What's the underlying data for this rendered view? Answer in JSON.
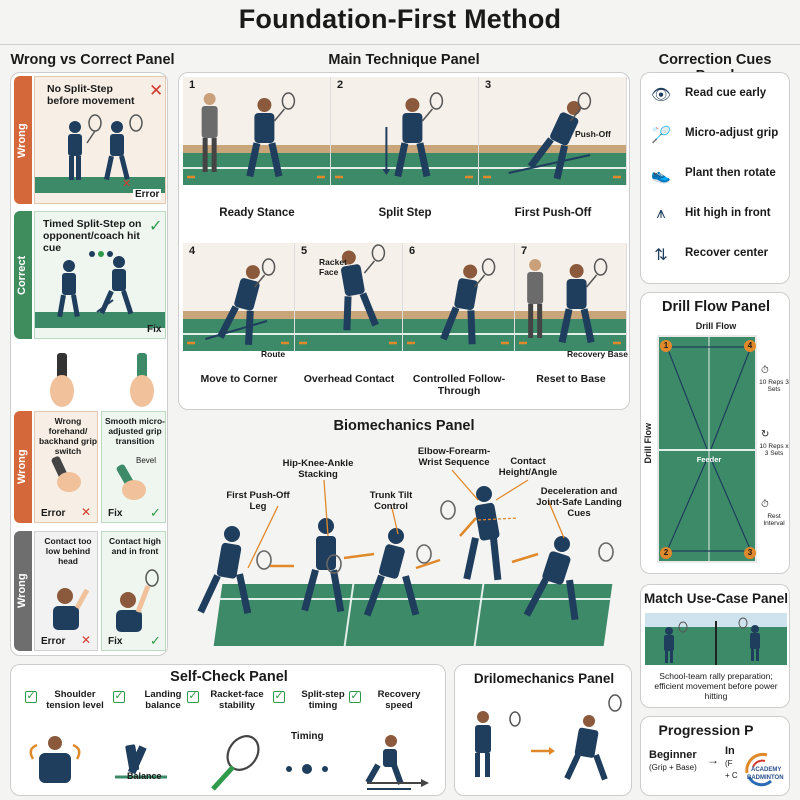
{
  "title": "Foundation-First Method",
  "panels": {
    "wrong_correct": "Wrong vs Correct Panel",
    "main_technique": "Main Technique Panel",
    "correction_cues": "Correction Cues Panel",
    "drill_flow": "Drill Flow Panel",
    "biomechanics": "Biomechanics Panel",
    "match_use_case": "Match Use-Case Panel",
    "self_check": "Self-Check Panel",
    "drilomechanics": "Drilomechanics Panel",
    "progression": "Progression P"
  },
  "wrong_correct": {
    "side_wrong": "Wrong",
    "side_correct": "Correct",
    "wrong1_text": "No Split-Step before movement",
    "wrong1_tag": "Error",
    "correct1_text": "Timed Split-Step on opponent/coach hit cue",
    "correct1_tag": "Fix",
    "grip_wrong_text": "Wrong forehand/ backhand grip switch",
    "grip_wrong_tag": "Error",
    "grip_fix_text": "Smooth micro-adjusted grip transition",
    "grip_fix_sub": "Bevel",
    "grip_fix_tag": "Fix",
    "contact_wrong_text": "Contact too low behind head",
    "contact_wrong_tag": "Error",
    "contact_fix_text": "Contact high and in front",
    "contact_fix_tag": "Fix"
  },
  "main_technique": {
    "steps": [
      {
        "num": "1",
        "label": "Ready Stance"
      },
      {
        "num": "2",
        "label": "Split Step"
      },
      {
        "num": "3",
        "label": "First Push-Off"
      },
      {
        "num": "4",
        "label": "Move to Corner"
      },
      {
        "num": "5",
        "label": "Overhead Contact"
      },
      {
        "num": "6",
        "label": "Controlled Follow-Through"
      },
      {
        "num": "7",
        "label": "Reset to Base"
      }
    ],
    "pushoff_tag": "Push-Off",
    "route_tag": "Route",
    "racket_face_tag": "Racket Face",
    "recovery_tag": "Recovery Base"
  },
  "correction_cues": [
    {
      "icon": "eye-icon",
      "label": "Read cue early"
    },
    {
      "icon": "racket-icon",
      "label": "Micro-adjust grip"
    },
    {
      "icon": "foot-icon",
      "label": "Plant then rotate"
    },
    {
      "icon": "shuttlecock-icon",
      "label": "Hit high in front"
    },
    {
      "icon": "recover-icon",
      "label": "Recover center"
    }
  ],
  "drill_flow": {
    "inner_title": "Drill Flow",
    "side_label": "Drill Flow",
    "feeder": "Feeder",
    "corners": [
      "1",
      "2",
      "3",
      "4"
    ],
    "sets_a": "10 Reps 3 Sets",
    "sets_b": "10 Reps x 3 Sets",
    "rest": "Rest Interval"
  },
  "biomechanics": {
    "labels": [
      "First Push-Off Leg",
      "Hip-Knee-Ankle Stacking",
      "Trunk Tilt Control",
      "Elbow-Forearm-Wrist Sequence",
      "Contact Height/Angle",
      "Deceleration and Joint-Safe Landing Cues"
    ]
  },
  "match_use_case": {
    "caption": "School-team rally preparation; efficient movement before power hitting"
  },
  "self_check": {
    "items": [
      "Shoulder tension level",
      "Landing balance",
      "Racket-face stability",
      "Split-step timing",
      "Recovery speed"
    ],
    "balance_tag": "Balance",
    "timing_tag": "Timing"
  },
  "progression": {
    "beginner": "Beginner",
    "beginner_sub": "(Grip + Base)",
    "next": "In",
    "next_sub_a": "(F",
    "next_sub_b": "+ C",
    "logo_a": "ACADEMY",
    "logo_b": "BADMINTON"
  },
  "colors": {
    "wrong": "#d5683a",
    "correct": "#3f8c5d",
    "court": "#3d8a68",
    "shirt": "#1f3d5c",
    "accent_orange": "#e0892b",
    "error_red": "#d23b2e",
    "check_green": "#2f9a4a"
  }
}
